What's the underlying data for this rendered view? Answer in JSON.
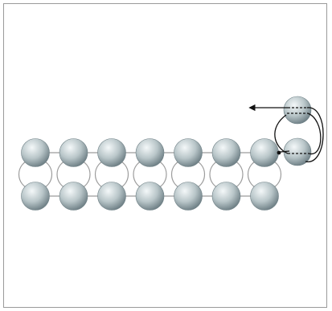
{
  "diagram": {
    "bead_grid": {
      "columns": 7,
      "rows": 2
    },
    "extra_beads": 2,
    "colors": {
      "frame": "#9a9a9a",
      "thread_pale": "#9c9c9c",
      "thread_active": "#111111",
      "bead_light": "#f4f8f9",
      "bead_mid": "#b9c6c9",
      "bead_dark": "#6f8086"
    },
    "arrow_direction": "left"
  }
}
